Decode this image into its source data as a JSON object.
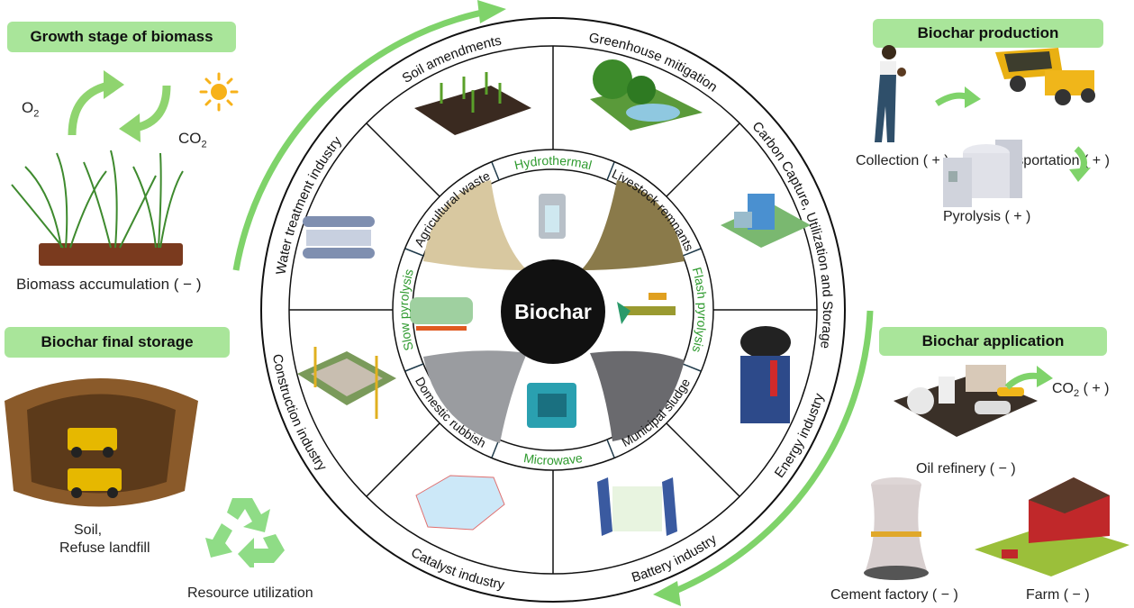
{
  "left": {
    "growth_title": "Growth stage of biomass",
    "o2": {
      "base": "O",
      "sub": "2"
    },
    "co2": {
      "base": "CO",
      "sub": "2"
    },
    "biomass_label": "Biomass accumulation ( − )",
    "storage_title": "Biochar final storage",
    "soil_label": "Soil,",
    "landfill_label": "Refuse landfill",
    "resource_label": "Resource utilization"
  },
  "right": {
    "production_title": "Biochar production",
    "collection_label": "Collection ( + )",
    "transportation_label": "Transportation ( + )",
    "pyrolysis_label": "Pyrolysis ( + )",
    "application_title": "Biochar application",
    "co2": {
      "base": "CO",
      "sub": "2",
      "suffix": " ( + )"
    },
    "oil_label": "Oil refinery ( − )",
    "cement_label": "Cement factory ( − )",
    "farm_label": "Farm ( − )"
  },
  "wheel": {
    "center": "Biochar",
    "outer": {
      "soil": "Soil amendments",
      "greenhouse": "Greenhouse mitigation",
      "carbon": "Carbon Capture, Utilization and Storage",
      "energy": "Energy industry",
      "battery": "Battery industry",
      "catalyst": "Catalyst industry",
      "construction": "Construction industry",
      "water": "Water treatment industry"
    },
    "methods": {
      "hydrothermal": "Hydrothermal",
      "flash": "Flash pyrolysis",
      "microwave": "Microwave",
      "slow": "Slow pyrolysis"
    },
    "feedstocks": {
      "agricultural": "Agricultural waste",
      "livestock": "Livestock remnants",
      "sludge": "Municipal sludge",
      "rubbish": "Domestic rubbish"
    }
  },
  "colors": {
    "accent_green": "#7fd36a",
    "box_green": "#a9e59a",
    "method_green": "#2e9a2e"
  }
}
